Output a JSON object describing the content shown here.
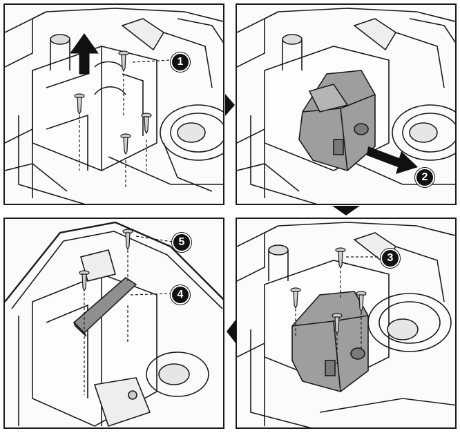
{
  "steps": {
    "one": "1",
    "two": "2",
    "three": "3",
    "four": "4",
    "five": "5"
  },
  "icons": {
    "flow_right": "triangle-right-icon",
    "flow_down": "triangle-down-icon",
    "flow_left": "triangle-left-icon",
    "lift_arrow": "arrow-up-icon",
    "slide_arrow": "arrow-right-icon",
    "screw": "screw-icon"
  },
  "colors": {
    "line": "#1a1a1a",
    "housing": "#9e9e9e",
    "housing_dark": "#7a7a7a",
    "badge": "#111111"
  }
}
